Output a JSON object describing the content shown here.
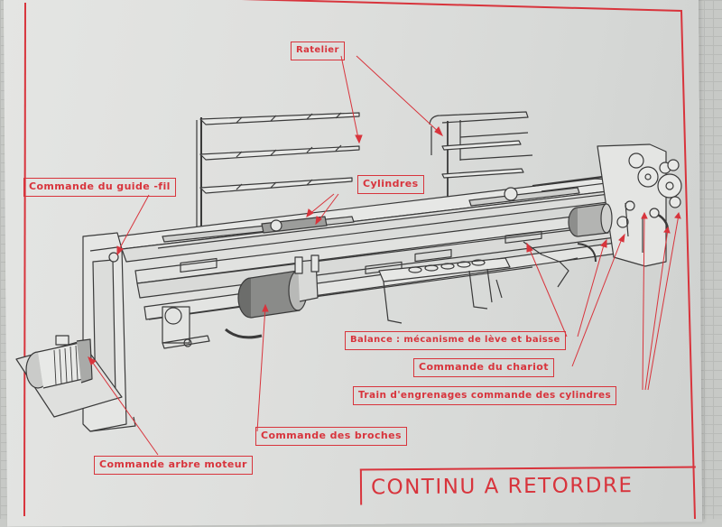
{
  "poster": {
    "title": "CONTINU A RETORDRE",
    "accent_color": "#d8343c",
    "line_color": "#3a3a3a",
    "paper_color": "#e0e1df"
  },
  "callouts": [
    {
      "id": "ratelier",
      "text": "Ratelier"
    },
    {
      "id": "guide-fil",
      "text": "Commande du guide -fil"
    },
    {
      "id": "cylindres",
      "text": "Cylindres"
    },
    {
      "id": "balance",
      "text": "Balance : mécanisme de lève et baisse"
    },
    {
      "id": "chariot",
      "text": "Commande du chariot"
    },
    {
      "id": "engrenages",
      "text": "Train d'engrenages commande des cylindres"
    },
    {
      "id": "broches",
      "text": "Commande des broches"
    },
    {
      "id": "arbre-moteur",
      "text": "Commande arbre moteur"
    }
  ]
}
